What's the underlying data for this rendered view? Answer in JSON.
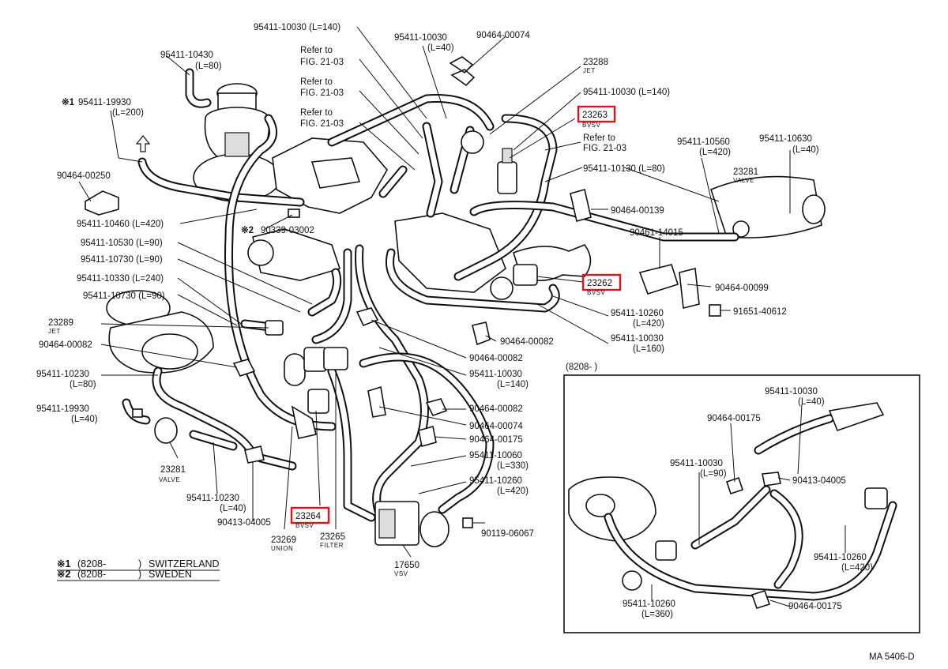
{
  "labels": {
    "h95411_10030_140": "95411-10030 (L=140)",
    "h95411_10030_40_top": "95411-10030",
    "h95411_10030_40_top_len": "(L=40)",
    "c90464_00074_top": "90464-00074",
    "ref1a": "Refer to",
    "ref1b": "FIG. 21-03",
    "ref2a": "Refer to",
    "ref2b": "FIG. 21-03",
    "ref3a": "Refer to",
    "ref3b": "FIG. 21-03",
    "ref4a": "Refer to",
    "ref4b": "FIG. 21-03",
    "p23288": "23288",
    "p23288_sub": "JET",
    "h95411_10030_140_r": "95411-10030 (L=140)",
    "p23263": "23263",
    "p23263_sub": "BVSV",
    "h95411_10430": "95411-10430",
    "h95411_10430_len": "(L=80)",
    "mark1": "※1",
    "h95411_19930": "95411-19930",
    "h95411_19930_len": "(L=200)",
    "c90464_00250": "90464-00250",
    "h95411_10560": "95411-10560",
    "h95411_10560_len": "(L=420)",
    "h95411_10630": "95411-10630",
    "h95411_10630_len": "(L=40)",
    "p23281_r": "23281",
    "p23281_r_sub": "VALVE",
    "h95411_10130": "95411-10130 (L=80)",
    "c90464_00139": "90464-00139",
    "h95411_10460": "95411-10460 (L=420)",
    "mark2": "※2",
    "p90339_03002": "90339-03002",
    "h95411_10530": "95411-10530 (L=90)",
    "p90461_14015": "90461-14015",
    "h95411_10730a": "95411-10730 (L=90)",
    "p23262": "23262",
    "p23262_sub": "BVSV",
    "c90464_00099": "90464-00099",
    "h95411_10330": "95411-10330 (L=240)",
    "h95411_10730b": "95411-10730 (L=90)",
    "p91651_40612": "91651-40612",
    "h95411_10260_r": "95411-10260",
    "h95411_10260_r_len": "(L=420)",
    "p23289": "23289",
    "p23289_sub": "JET",
    "h95411_10030_160": "95411-10030",
    "h95411_10030_160_len": "(L=160)",
    "c90464_00082_l": "90464-00082",
    "c90464_00082_m": "90464-00082",
    "c90464_00082_c": "90464-00082",
    "h95411_10030_140_c": "95411-10030",
    "h95411_10030_140_c_len": "(L=140)",
    "h95411_10230": "95411-10230",
    "h95411_10230_len": "(L=80)",
    "c90464_00082_c2": "90464-00082",
    "h95411_19930_b": "95411-19930",
    "h95411_19930_b_len": "(L=40)",
    "c90464_00074_c": "90464-00074",
    "c90464_00175_c": "90464-00175",
    "h95411_10060": "95411-10060",
    "h95411_10060_len": "(L=330)",
    "p23281_l": "23281",
    "p23281_l_sub": "VALVE",
    "h95411_10260_c": "95411-10260",
    "h95411_10260_c_len": "(L=420)",
    "h95411_10230_b": "95411-10230",
    "h95411_10230_b_len": "(L=40)",
    "p23264": "23264",
    "p23264_sub": "BVSV",
    "p90119_06067": "90119-06067",
    "p90413_04005": "90413-04005",
    "p23269": "23269",
    "p23269_sub": "UNION",
    "p23265": "23265",
    "p23265_sub": "FILTER",
    "p17650": "17650",
    "p17650_sub": "VSV",
    "inset_title": "(8208-        )",
    "i95411_10030": "95411-10030",
    "i95411_10030_len": "(L=40)",
    "i90464_00175": "90464-00175",
    "i95411_10030_90": "95411-10030",
    "i95411_10030_90_len": "(L=90)",
    "i90413_04005": "90413-04005",
    "i95411_10260_420": "95411-10260",
    "i95411_10260_420_len": "(L=420)",
    "i95411_10260_360": "95411-10260",
    "i95411_10260_360_len": "(L=360)",
    "i90464_00175_b": "90464-00175"
  },
  "footnotes": [
    {
      "mark": "※1",
      "code": "(8208-",
      "close": ")",
      "text": "SWITZERLAND"
    },
    {
      "mark": "※2",
      "code": "(8208-",
      "close": ")",
      "text": "SWEDEN"
    }
  ],
  "drawing_code": "MA 5406-D",
  "highlight_color": "#e0141e"
}
